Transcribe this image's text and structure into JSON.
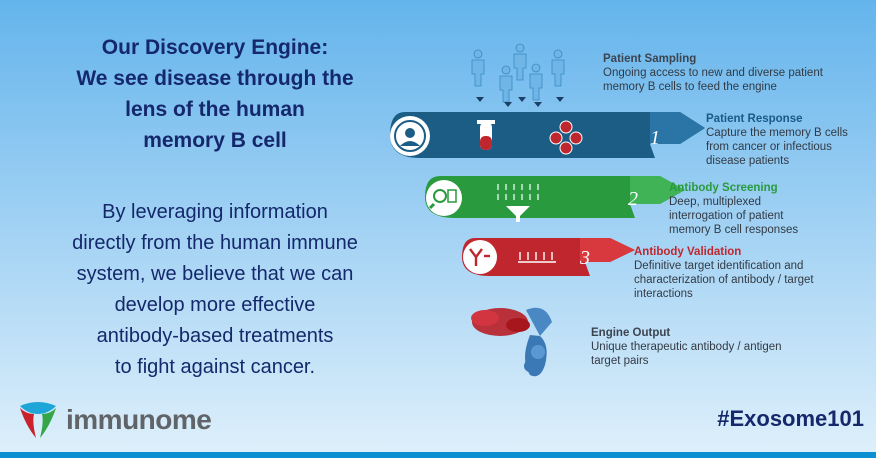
{
  "title_lines": [
    "Our Discovery Engine:",
    "We see disease through the",
    "lens of the human",
    "memory B cell"
  ],
  "body_lines": [
    "By leveraging information",
    "directly from the human immune",
    "system, we believe that we can",
    "develop more effective",
    "antibody-based treatments",
    "to fight against cancer."
  ],
  "brand": {
    "name": "immunome"
  },
  "hashtag": "#Exosome101",
  "colors": {
    "navy": "#14286b",
    "step1": "#1c5d86",
    "step2": "#2a9a3e",
    "step3": "#c0262d",
    "step_label_blue": "#1a5a8a",
    "step_label_green": "#2a9a3e",
    "step_label_red": "#c0262d"
  },
  "steps": [
    {
      "heading": "Patient Sampling",
      "lines": [
        "Ongoing access to new and diverse patient",
        "memory B cells to feed the engine"
      ]
    },
    {
      "number": "1",
      "heading": "Patient Response",
      "lines": [
        "Capture the memory B cells",
        "from cancer or infectious",
        "disease patients"
      ]
    },
    {
      "number": "2",
      "heading": "Antibody Screening",
      "lines": [
        "Deep, multiplexed",
        "interrogation of patient",
        "memory B cell responses"
      ]
    },
    {
      "number": "3",
      "heading": "Antibody Validation",
      "lines": [
        "Definitive target identification and",
        "characterization of antibody / target",
        "interactions"
      ]
    },
    {
      "heading": "Engine Output",
      "lines": [
        "Unique therapeutic antibody / antigen",
        "target pairs"
      ]
    }
  ],
  "icons": [
    "people-icon",
    "head-icon",
    "test-tube-icon",
    "cells-icon",
    "magnifier-icon",
    "antibody-grid-icon",
    "funnel-icon",
    "antibody-icon",
    "molecule-icon"
  ]
}
